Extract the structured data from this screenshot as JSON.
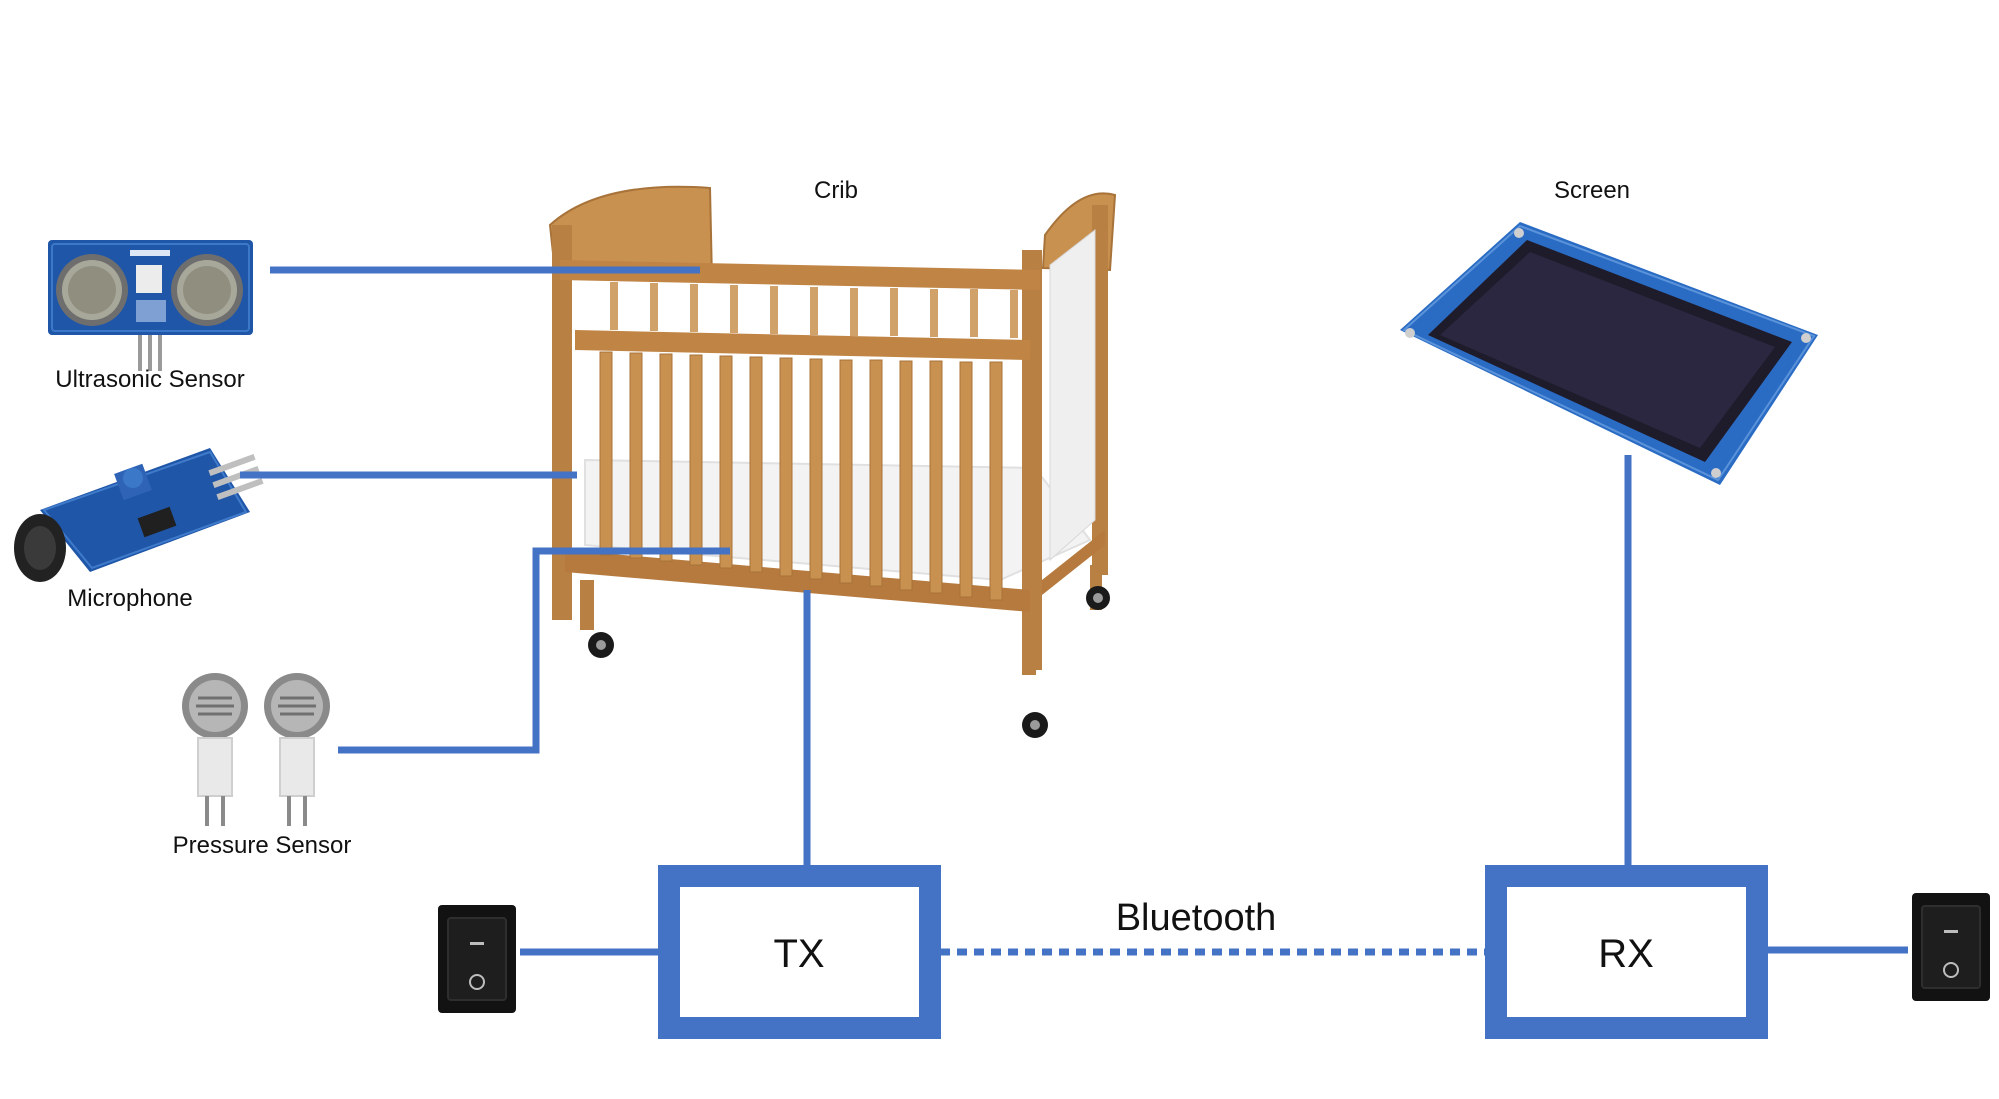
{
  "labels": {
    "crib": "Crib",
    "screen": "Screen",
    "ultrasonic": "Ultrasonic Sensor",
    "microphone": "Microphone",
    "pressure": "Pressure Sensor",
    "tx": "TX",
    "rx": "RX",
    "link": "Bluetooth"
  },
  "colors": {
    "connector": "#4472C4",
    "background": "#ffffff",
    "wood": "#C8914F",
    "wood_dark": "#A8733A",
    "pcb_blue": "#1F56A8",
    "oled_face": "#1E1B2B",
    "switch_body": "#121212"
  },
  "icons": {
    "ultrasonic": "ultrasonic-sensor-icon",
    "microphone": "microphone-module-icon",
    "pressure": "pressure-sensor-icon",
    "crib": "crib-icon",
    "screen": "oled-screen-icon",
    "switch": "rocker-switch-icon"
  }
}
